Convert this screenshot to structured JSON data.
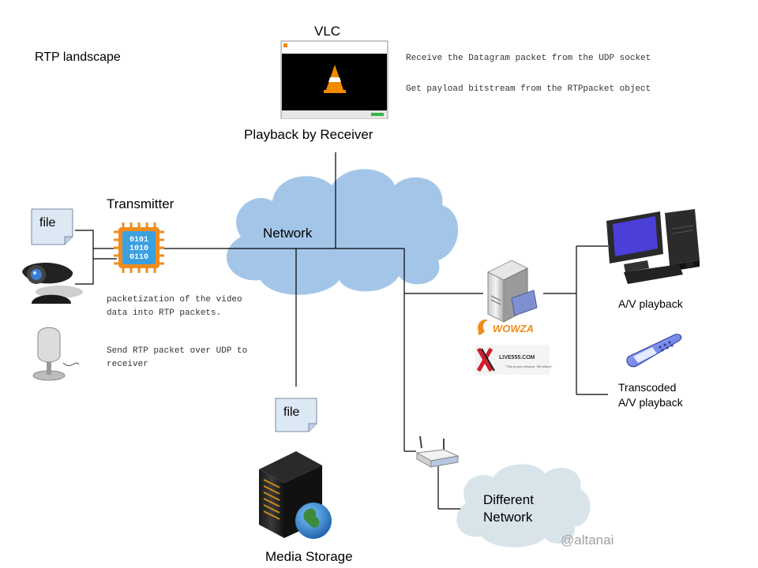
{
  "title": "RTP landscape",
  "vlc": {
    "label": "VLC",
    "caption": "Playback by Receiver",
    "notes": [
      "Receive the Datagram packet from the UDP socket",
      "Get payload bitstream from the RTPpacket object"
    ],
    "icon": "vlc-player-window"
  },
  "network": {
    "label": "Network",
    "icon": "cloud"
  },
  "transmitter": {
    "label": "Transmitter",
    "icon": "chip-binary",
    "chip_text": [
      "0101",
      "1010",
      "0110"
    ],
    "notes": [
      "packetization of the video",
      "data into RTP packets.",
      "Send RTP packet over UDP to",
      "receiver"
    ]
  },
  "sources": {
    "file_label": "file",
    "icons": [
      "file-icon",
      "webcam-icon",
      "microphone-icon"
    ]
  },
  "storage": {
    "file_label": "file",
    "caption": "Media Storage",
    "icon": "server-rack-globe"
  },
  "media_server": {
    "wowza_text": "WOWZA",
    "live_text": "LIVE555.COM",
    "live_subtext": "\"This is your network. Tell others!\"",
    "icon": "media-server"
  },
  "outputs": {
    "av_playback": "A/V playback",
    "transcoded_line1": "Transcoded",
    "transcoded_line2": "A/V playback",
    "icons": [
      "desktop-computer-icon",
      "mobile-phone-icon"
    ]
  },
  "different_network": {
    "line1": "Different",
    "line2": "Network",
    "icon": "router-icon"
  },
  "watermark": "@altanai",
  "colors": {
    "cloud": "#a3c6e8",
    "cloud_gray": "#d8e4ea",
    "chip_orange": "#f08c1e",
    "chip_blue": "#3aa0e0",
    "vlc_orange": "#f28a00"
  }
}
